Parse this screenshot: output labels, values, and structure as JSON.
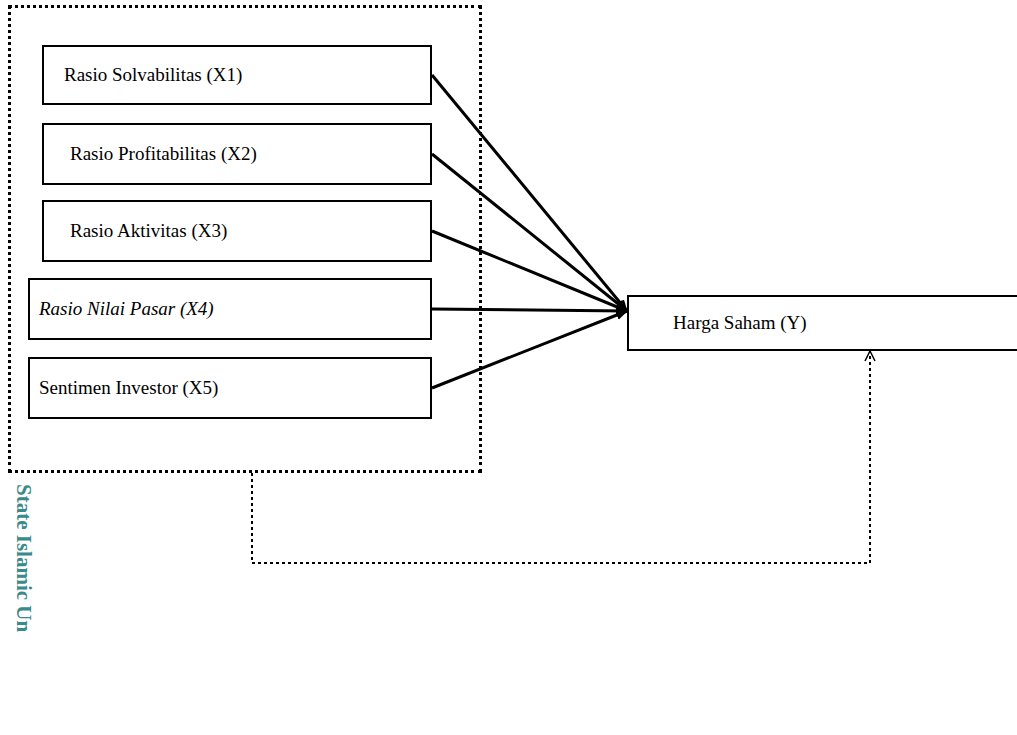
{
  "diagram": {
    "nodes": [
      {
        "text": []
      },
      {
        "text": [
          "Rasio Solvabilitas  (X1)"
        ],
        "in": 0
      },
      {
        "text": [
          "Rasio Profitabilitas  (X2)"
        ],
        "in": 0
      },
      {
        "text": [
          "Rasio Aktivitas  (X3)"
        ],
        "in": 0
      },
      {
        "text": [
          "Rasio Nilai Pasar (X4)"
        ],
        "in": 0
      },
      {
        "text": [
          "Sentimen Investor (X5)"
        ],
        "in": 0
      },
      {
        "text": [
          "Harga Saham (Y)"
        ]
      }
    ],
    "edges": [
      {
        "from": 1,
        "to": 6,
        "arrow": "to"
      },
      {
        "from": 2,
        "to": 6,
        "arrow": "to"
      },
      {
        "from": 3,
        "to": 6,
        "arrow": "to"
      },
      {
        "from": 4,
        "to": 6,
        "arrow": "to"
      },
      {
        "from": 5,
        "to": 6,
        "arrow": "to"
      },
      {
        "from": 0,
        "to": 6,
        "arrow": "to"
      }
    ],
    "labels": [
      "State Islamic Un"
    ]
  }
}
